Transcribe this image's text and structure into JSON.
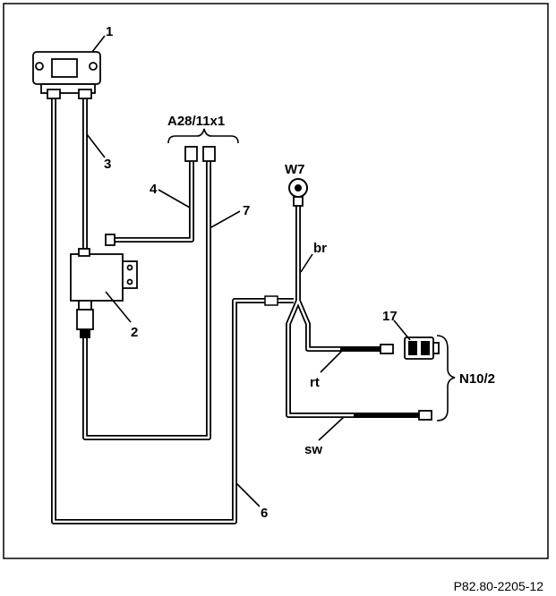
{
  "labels": {
    "component_1": "1",
    "component_2": "2",
    "wire_3": "3",
    "wire_4": "4",
    "wire_6": "6",
    "wire_7": "7",
    "component_17": "17",
    "connector": "A28/11x1",
    "ground": "W7",
    "color_br": "br",
    "color_rt": "rt",
    "color_sw": "sw",
    "module": "N10/2"
  },
  "reference": "P82.80-2205-12"
}
